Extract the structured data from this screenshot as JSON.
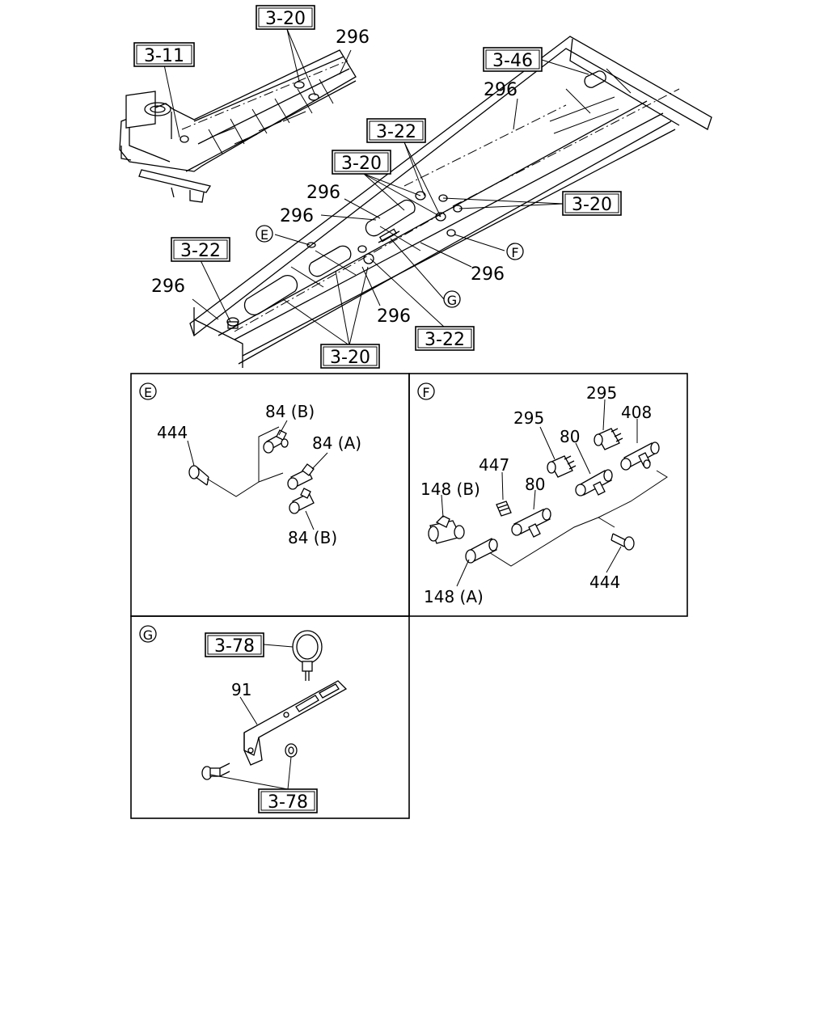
{
  "main": {
    "refs": {
      "r_3_20_top": "3-20",
      "r_3_11": "3-11",
      "r_3_46": "3-46",
      "r_3_22_top": "3-22",
      "r_3_20_mid": "3-20",
      "r_3_20_right": "3-20",
      "r_3_22_left": "3-22",
      "r_3_22_bottom": "3-22",
      "r_3_20_bottom": "3-20"
    },
    "parts": {
      "p296_a": "296",
      "p296_b": "296",
      "p296_c": "296",
      "p296_d": "296",
      "p296_e": "296",
      "p296_f": "296",
      "p296_g": "296"
    },
    "circles": {
      "e": "E",
      "f": "F",
      "g": "G"
    }
  },
  "panel_e": {
    "title": "E",
    "l444": "444",
    "l84b_top": "84 (B)",
    "l84a": "84 (A)",
    "l84b_bottom": "84 (B)"
  },
  "panel_f": {
    "title": "F",
    "l295_top": "295",
    "l408": "408",
    "l295_mid": "295",
    "l80_top": "80",
    "l447": "447",
    "l80_mid": "80",
    "l148b": "148 (B)",
    "l148a": "148 (A)",
    "l444": "444"
  },
  "panel_g": {
    "title": "G",
    "r_3_78_top": "3-78",
    "l91": "91",
    "r_3_78_bottom": "3-78"
  },
  "icons": {
    "tee": "tee-fitting-icon",
    "bolt": "bolt-icon",
    "clamp": "hose-clamp-icon",
    "bracket": "bracket-icon"
  }
}
